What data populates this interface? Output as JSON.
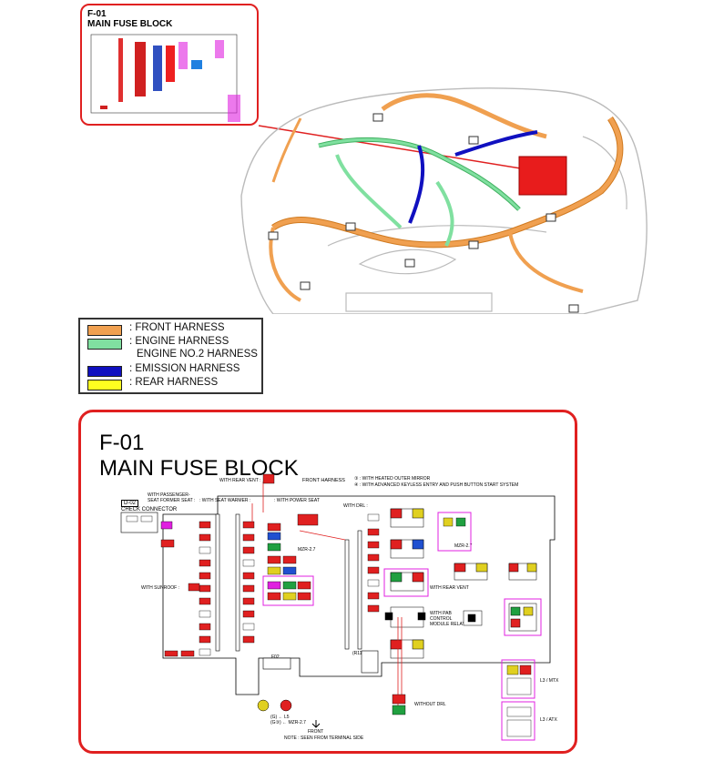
{
  "inset": {
    "id": "F-01",
    "title": "MAIN FUSE BLOCK"
  },
  "legend": {
    "items": [
      {
        "label": ": FRONT HARNESS",
        "color": "#f0a050"
      },
      {
        "label": ": ENGINE HARNESS",
        "color": "#80e0a0"
      },
      {
        "label": "ENGINE NO.2 HARNESS",
        "color": ""
      },
      {
        "label": ": EMISSION HARNESS",
        "color": "#1010c0"
      },
      {
        "label": ": REAR HARNESS",
        "color": "#ffff20"
      }
    ]
  },
  "panel": {
    "id": "F-01",
    "title": "MAIN FUSE BLOCK",
    "front_harness": "FRONT HARNESS",
    "note1": "③ : WITH HEATED OUTER MIRROR",
    "note2": "④ : WITH ADVANCED KEYLESS ENTRY AND PUSH BUTTON START SYSTEM",
    "with_rear_vent_top": "WITH REAR VENT :",
    "with_passenger": "WITH PASSENGER-",
    "seat_former": "SEAT FORMER SEAT :",
    "with_seat_warmer": ": WITH SEAT WARMER :",
    "with_power_seat": ": WITH POWER SEAT",
    "check_id": "D-02",
    "check_connector": "CHECK CONNECTOR",
    "with_drl_top": "WITH DRL :",
    "with_sunroof": "WITH SUNROOF :",
    "with_rear_vent_mid": "WITH REAR VENT",
    "with_pab1": "WITH PAB",
    "with_pab2": "CONTROL",
    "with_pab3": "MODULE RELAY",
    "mzr1": "MZR-2.7",
    "mzr2": "MZR-2.7",
    "mzr3": "MZR-2.7",
    "lf_mtx": "L3 / MTX",
    "lf_atx": "L3 / ATX",
    "without_drl": "WITHOUT DRL",
    "front": "FRONT",
    "note_view": "NOTE : SEEN FROM TERMINAL SIDE",
    "bottom_l1": "(G) ← L5",
    "bottom_l2": "(G③) ← MZR-2.7",
    "f02": "F02",
    "r11": "(R11)"
  }
}
